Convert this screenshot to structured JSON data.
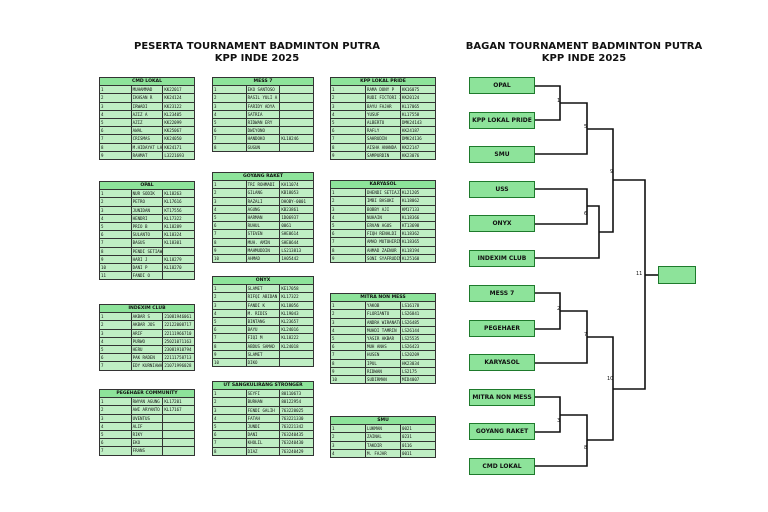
{
  "left_title": [
    "PESERTA TOURNAMENT BADMINTON PUTRA",
    "KPP INDE 2025"
  ],
  "right_title": [
    "BAGAN TOURNAMENT BADMINTON PUTRA",
    "KPP INDE 2025"
  ],
  "teams": {
    "cmd_lokal": {
      "name": "CMD LOKAL",
      "rows": [
        [
          "1",
          "MUHAMMAD",
          "KK22017"
        ],
        [
          "2",
          "IKHSAN R",
          "KK24124"
        ],
        [
          "3",
          "IRWADI",
          "KK23122"
        ],
        [
          "4",
          "AZIZ A",
          "KL23405"
        ],
        [
          "5",
          "AZIZ",
          "KK22099"
        ],
        [
          "6",
          "AWAL",
          "KK25067"
        ],
        [
          "7",
          "CRISMAS",
          "KK24050"
        ],
        [
          "8",
          "M.HIDAYAT LATIEF",
          "KK24171"
        ],
        [
          "9",
          "RAHMAT",
          "L3221693"
        ]
      ]
    },
    "opal": {
      "name": "OPAL",
      "rows": [
        [
          "1",
          "NUR SODIK",
          "KL18263"
        ],
        [
          "2",
          "PETRO",
          "KL17616"
        ],
        [
          "3",
          "JUNIDAN",
          "KT17556"
        ],
        [
          "4",
          "HENDRI",
          "KL17322"
        ],
        [
          "5",
          "PRIO B",
          "KL18289"
        ],
        [
          "6",
          "SULANTO",
          "KL18324"
        ],
        [
          "7",
          "BAGUS",
          "KL18301"
        ],
        [
          "8",
          "PENDI SETIAWAN",
          ""
        ],
        [
          "9",
          "HARI J",
          "KL18279"
        ],
        [
          "10",
          "DANI P",
          "KL18270"
        ],
        [
          "11",
          "FANDI O",
          ""
        ]
      ]
    },
    "indexim_club": {
      "name": "INDEXIM CLUB",
      "rows": [
        [
          "1",
          "AKBAR S",
          "21081946061"
        ],
        [
          "2",
          "AKBAR JOS",
          "22122008717"
        ],
        [
          "3",
          "ARIF",
          "22111966710"
        ],
        [
          "4",
          "PURWO",
          "25021071163"
        ],
        [
          "5",
          "HERU",
          "23081910794"
        ],
        [
          "6",
          "PAK RADEN",
          "22111758713"
        ],
        [
          "7",
          "EDY KURNIAWAN",
          "21071996028"
        ]
      ]
    },
    "pegehaer": {
      "name": "PEGEHAER COMMUNITY",
      "rows": [
        [
          "1",
          "RWYAN AGUNG",
          "KL17201"
        ],
        [
          "2",
          "AWI ARYANTO",
          "KL17167"
        ],
        [
          "3",
          "UVENTUS",
          ""
        ],
        [
          "4",
          "ALIF",
          ""
        ],
        [
          "5",
          "RIKY",
          ""
        ],
        [
          "6",
          "EKO",
          ""
        ],
        [
          "7",
          "FRANS",
          ""
        ]
      ]
    },
    "mess7": {
      "name": "MESS 7",
      "rows": [
        [
          "1",
          "EKO SANTOSO",
          ""
        ],
        [
          "2",
          "RASIL YULI A",
          ""
        ],
        [
          "3",
          "FARIDY ADYA",
          ""
        ],
        [
          "4",
          "SATRIA",
          ""
        ],
        [
          "5",
          "RIDWAN ERY",
          ""
        ],
        [
          "6",
          "DWIYONO",
          ""
        ],
        [
          "7",
          "HANDOKO",
          "KL18246"
        ],
        [
          "8",
          "GUGUN",
          ""
        ]
      ]
    },
    "goyang_raket": {
      "name": "GOYANG RAKET",
      "rows": [
        [
          "1",
          "TRI ROHMADI",
          "KA11074"
        ],
        [
          "2",
          "GILANG",
          "KB18053"
        ],
        [
          "3",
          "RAZALI",
          "DHOBY-0001"
        ],
        [
          "4",
          "AGUNG",
          "KB23861"
        ],
        [
          "5",
          "HARMAN",
          "1D06937"
        ],
        [
          "6",
          "RUHUL",
          "0061"
        ],
        [
          "7",
          "STEVEN",
          "SHE0614"
        ],
        [
          "8",
          "MUH. AMIN",
          "SHE0644"
        ],
        [
          "9",
          "MAHMUDDIN",
          "LS213813"
        ],
        [
          "10",
          "AHMAD",
          "1A05442"
        ]
      ]
    },
    "onyx": {
      "name": "ONYX",
      "rows": [
        [
          "1",
          "SLAMET",
          "KE17058"
        ],
        [
          "2",
          "RIFQI ABIDAN",
          "KL17322"
        ],
        [
          "3",
          "FANDI K",
          "KL18056"
        ],
        [
          "4",
          "M. RIDIS",
          "KL19043"
        ],
        [
          "5",
          "BINTANG",
          "KL23657"
        ],
        [
          "6",
          "BAYU",
          "KL24016"
        ],
        [
          "7",
          "FIQI M",
          "KL18222"
        ],
        [
          "8",
          "ABDUS SAMAD",
          "KL24018"
        ],
        [
          "9",
          "SLAMET",
          ""
        ],
        [
          "10",
          "DIKO",
          ""
        ]
      ]
    },
    "ut_sangkulirang": {
      "name": "UT SANGKULIRANG STRONGER",
      "rows": [
        [
          "1",
          "SEYFI",
          "80110673"
        ],
        [
          "2",
          "BURHAN",
          "80122954"
        ],
        [
          "3",
          "FENDI GALIH",
          "763220025"
        ],
        [
          "4",
          "FATAH",
          "763221330"
        ],
        [
          "5",
          "JUNDI",
          "763221342"
        ],
        [
          "6",
          "DANI",
          "763240435"
        ],
        [
          "7",
          "KHOLIL",
          "763240430"
        ],
        [
          "8",
          "DIAZ",
          "763240429"
        ]
      ]
    },
    "kpp_lokal_pride": {
      "name": "KPP LOKAL PRIDE",
      "rows": [
        [
          "1",
          "RAMA DONY P",
          "KK16075"
        ],
        [
          "2",
          "RUDI FICTORI IRAWAN",
          "KK20124"
        ],
        [
          "3",
          "BAYU FAJAR",
          "KL17065"
        ],
        [
          "4",
          "YUSUF",
          "KL17558"
        ],
        [
          "5",
          "ALBERTO",
          "DMK24143"
        ],
        [
          "6",
          "RAFLY",
          "KK24187"
        ],
        [
          "7",
          "SAHRUDIN",
          "DMK24136"
        ],
        [
          "8",
          "AISHA ANANDA",
          "KK22147"
        ],
        [
          "9",
          "SAMPURDIN",
          "KK23076"
        ]
      ]
    },
    "karyasol": {
      "name": "KARYASOL",
      "rows": [
        [
          "1",
          "DHENDI SETIAJI",
          "KL21205"
        ],
        [
          "2",
          "IMBI BASUKI",
          "KL18062"
        ],
        [
          "3",
          "BOBBY AJI",
          "KM17133"
        ],
        [
          "4",
          "NUHAIN",
          "KL18366"
        ],
        [
          "5",
          "ERVAN AGUS",
          "KT13698"
        ],
        [
          "6",
          "FIQH RENALDI",
          "KL18362"
        ],
        [
          "7",
          "AMAD MUTOHIRIN",
          "KL18365"
        ],
        [
          "8",
          "AHMAD ZAENUR",
          "KL18194"
        ],
        [
          "9",
          "SONI SYAFRUDIN",
          "KL25160"
        ]
      ]
    },
    "mitra_non_mess": {
      "name": "MITRA NON MESS",
      "rows": [
        [
          "1",
          "YAKOB",
          "LS16178"
        ],
        [
          "2",
          "FLORIANTO",
          "LS26841"
        ],
        [
          "3",
          "ANDRA WIRANATA",
          "LS26485"
        ],
        [
          "4",
          "MUHDI TAMRIN",
          "LS26144"
        ],
        [
          "5",
          "YASIR AKBAR",
          "LS25535"
        ],
        [
          "6",
          "MUH ANAS",
          "LS26423"
        ],
        [
          "7",
          "HUSEN",
          "LS20209"
        ],
        [
          "8",
          "IPUL",
          "HK23034"
        ],
        [
          "9",
          "RIDWAN",
          "LS2175"
        ],
        [
          "10",
          "SUDIRMAN",
          "MID4007"
        ]
      ]
    },
    "smu": {
      "name": "SMU",
      "rows": [
        [
          "1",
          "LUKMAN",
          "0021"
        ],
        [
          "2",
          "ZAINAL",
          "0231"
        ],
        [
          "3",
          "TAKDIR",
          "0116"
        ],
        [
          "4",
          "M. FAJAR",
          "0011"
        ]
      ]
    }
  },
  "bracket": {
    "teams": [
      "OPAL",
      "KPP LOKAL PRIDE",
      "SMU",
      "USS",
      "ONYX",
      "INDEXIM CLUB",
      "MESS 7",
      "PEGEHAER",
      "KARYASOL",
      "MITRA NON MESS",
      "GOYANG RAKET",
      "CMD LOKAL"
    ],
    "match_numbers": [
      "1",
      "2",
      "3",
      "4",
      "5",
      "6",
      "7",
      "8",
      "9",
      "10",
      "11"
    ]
  }
}
